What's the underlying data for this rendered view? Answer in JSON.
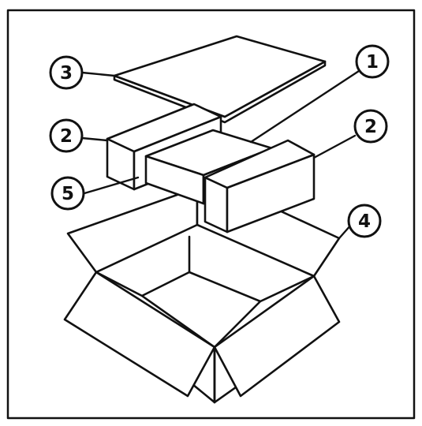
{
  "diagram": {
    "callouts": [
      {
        "id": "c1",
        "label": "1"
      },
      {
        "id": "c2a",
        "label": "2"
      },
      {
        "id": "c2b",
        "label": "2"
      },
      {
        "id": "c3",
        "label": "3"
      },
      {
        "id": "c4",
        "label": "4"
      },
      {
        "id": "c5",
        "label": "5"
      }
    ],
    "line_color": "#111111",
    "background_color": "#ffffff"
  }
}
